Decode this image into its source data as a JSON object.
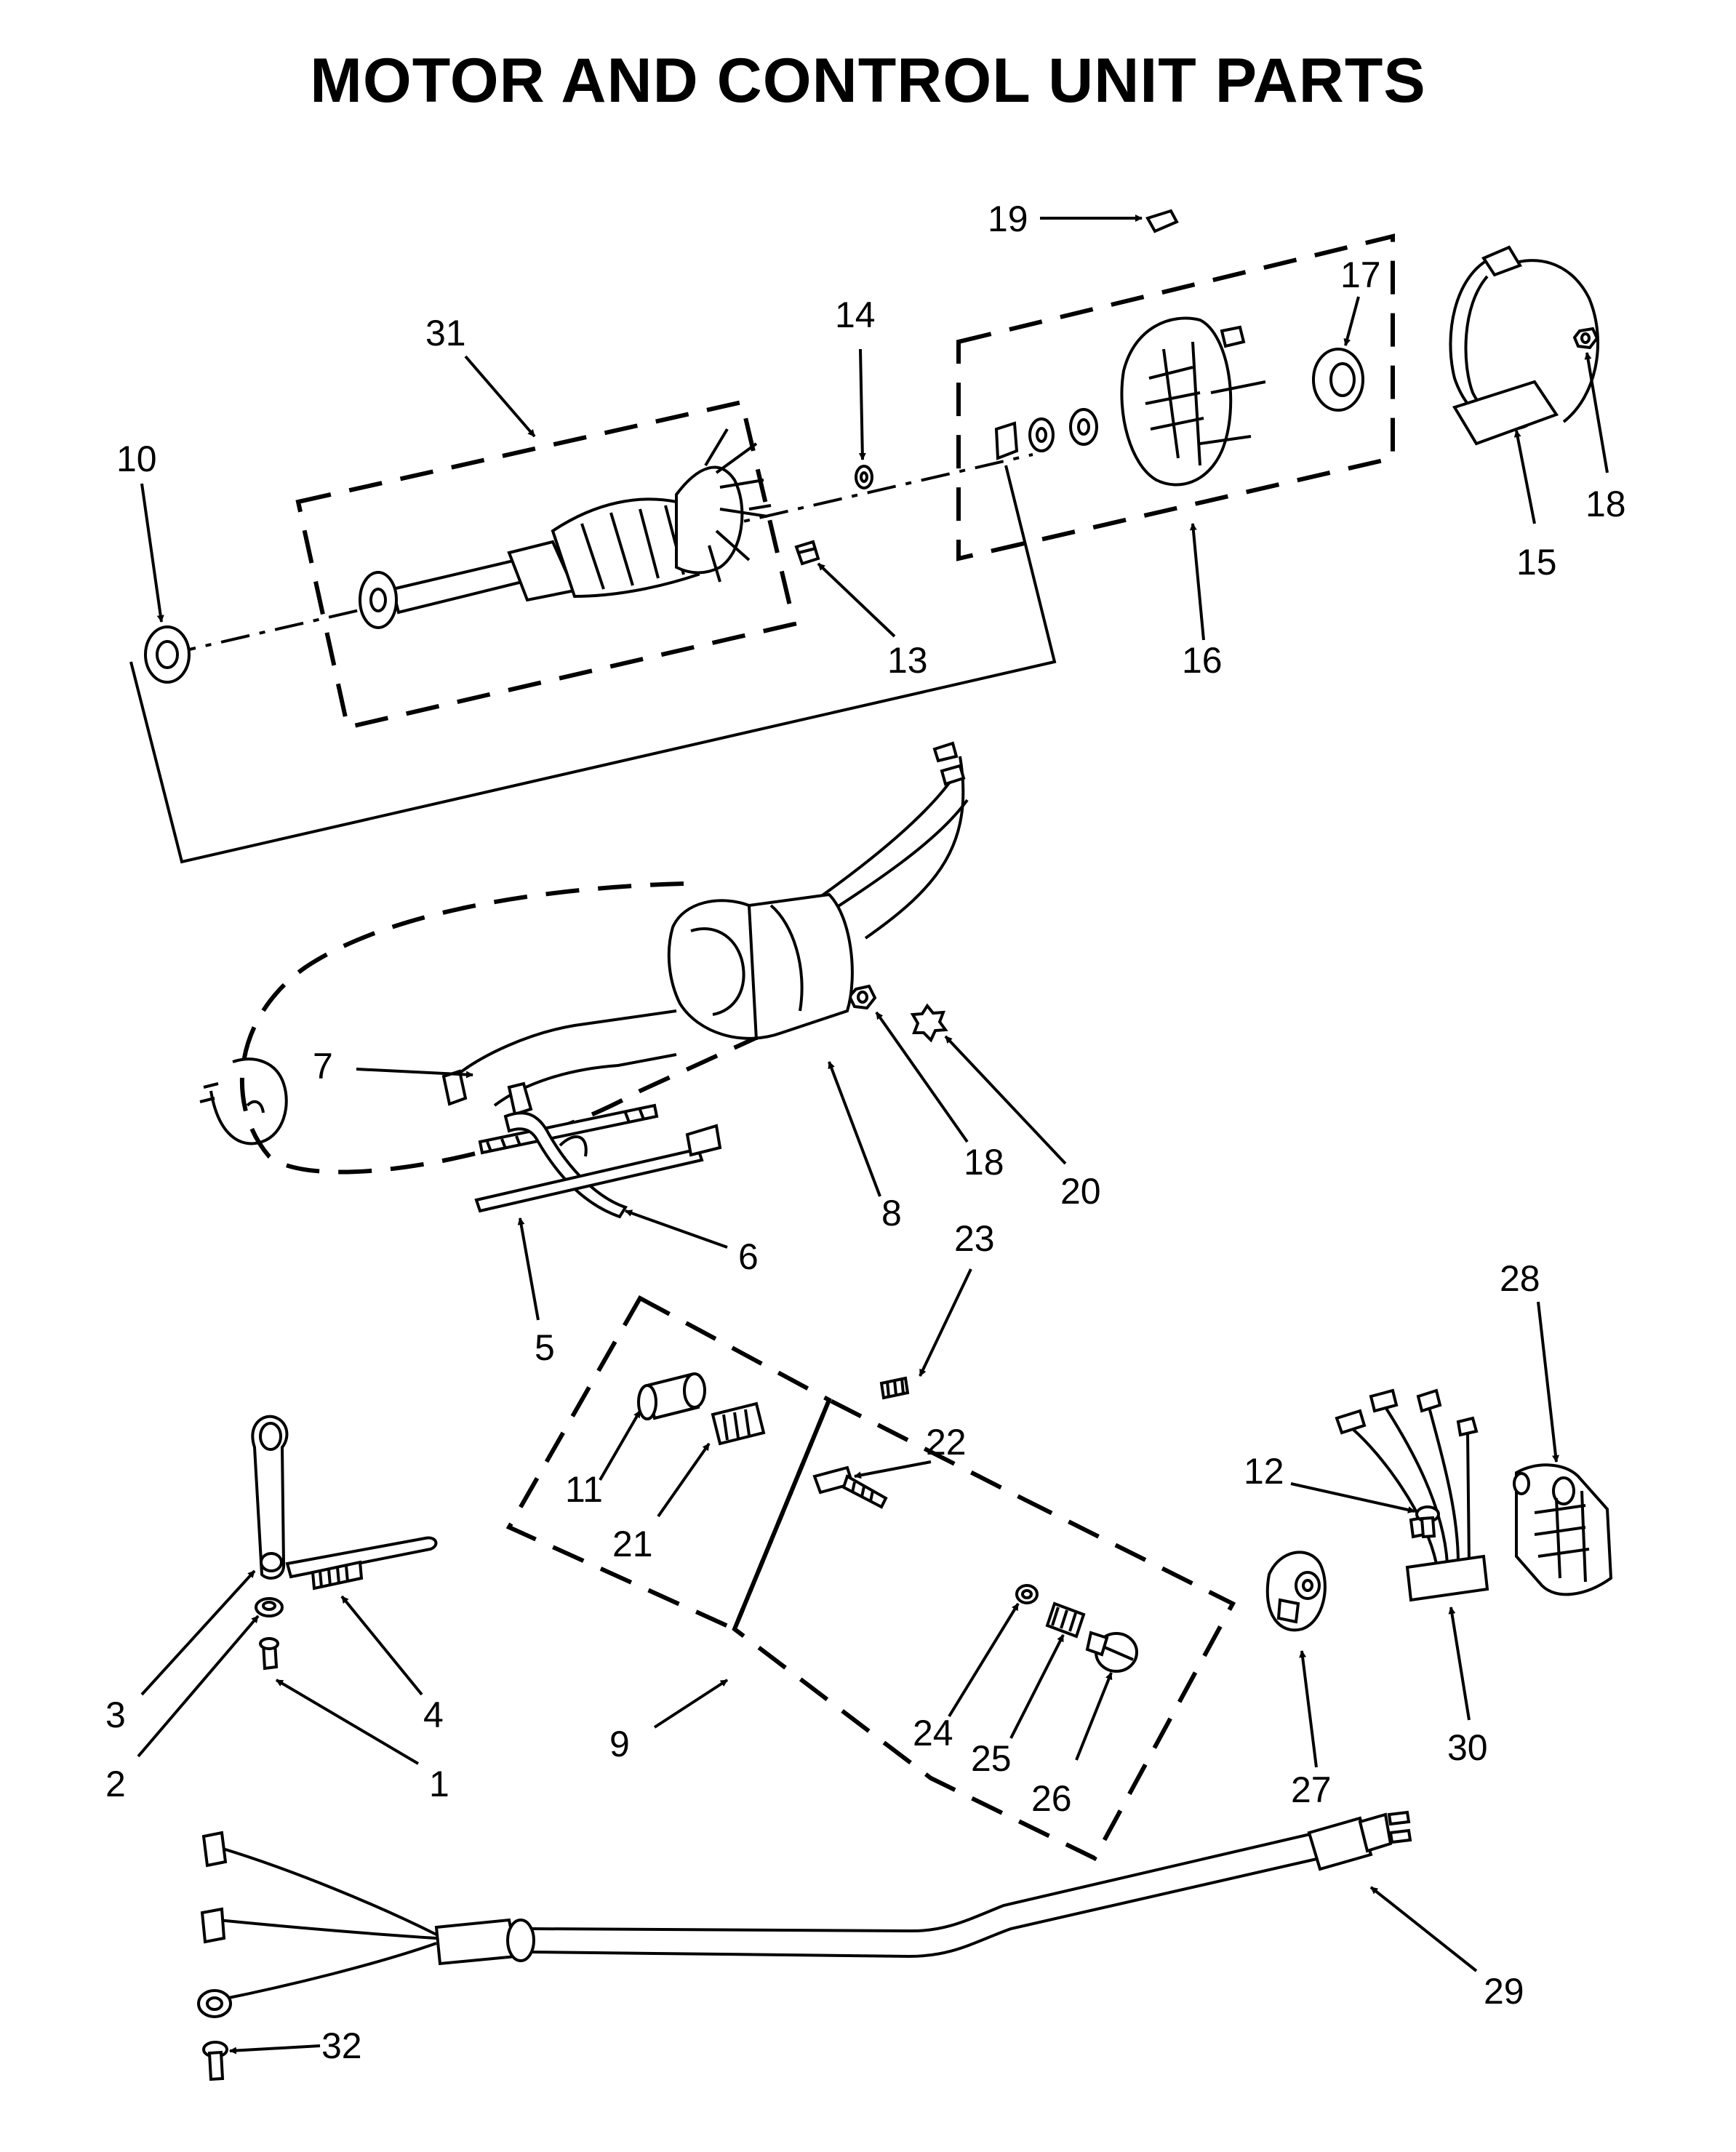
{
  "title": "MOTOR AND CONTROL UNIT PARTS",
  "callouts": {
    "c1": "1",
    "c2": "2",
    "c3": "3",
    "c4": "4",
    "c5": "5",
    "c6": "6",
    "c7": "7",
    "c8": "8",
    "c9": "9",
    "c10": "10",
    "c11": "11",
    "c12": "12",
    "c13": "13",
    "c14": "14",
    "c15": "15",
    "c16": "16",
    "c17": "17",
    "c18a": "18",
    "c18b": "18",
    "c19": "19",
    "c20": "20",
    "c21": "21",
    "c22": "22",
    "c23": "23",
    "c24": "24",
    "c25": "25",
    "c26": "26",
    "c27": "27",
    "c28": "28",
    "c29": "29",
    "c30": "30",
    "c31": "31",
    "c32": "32"
  }
}
